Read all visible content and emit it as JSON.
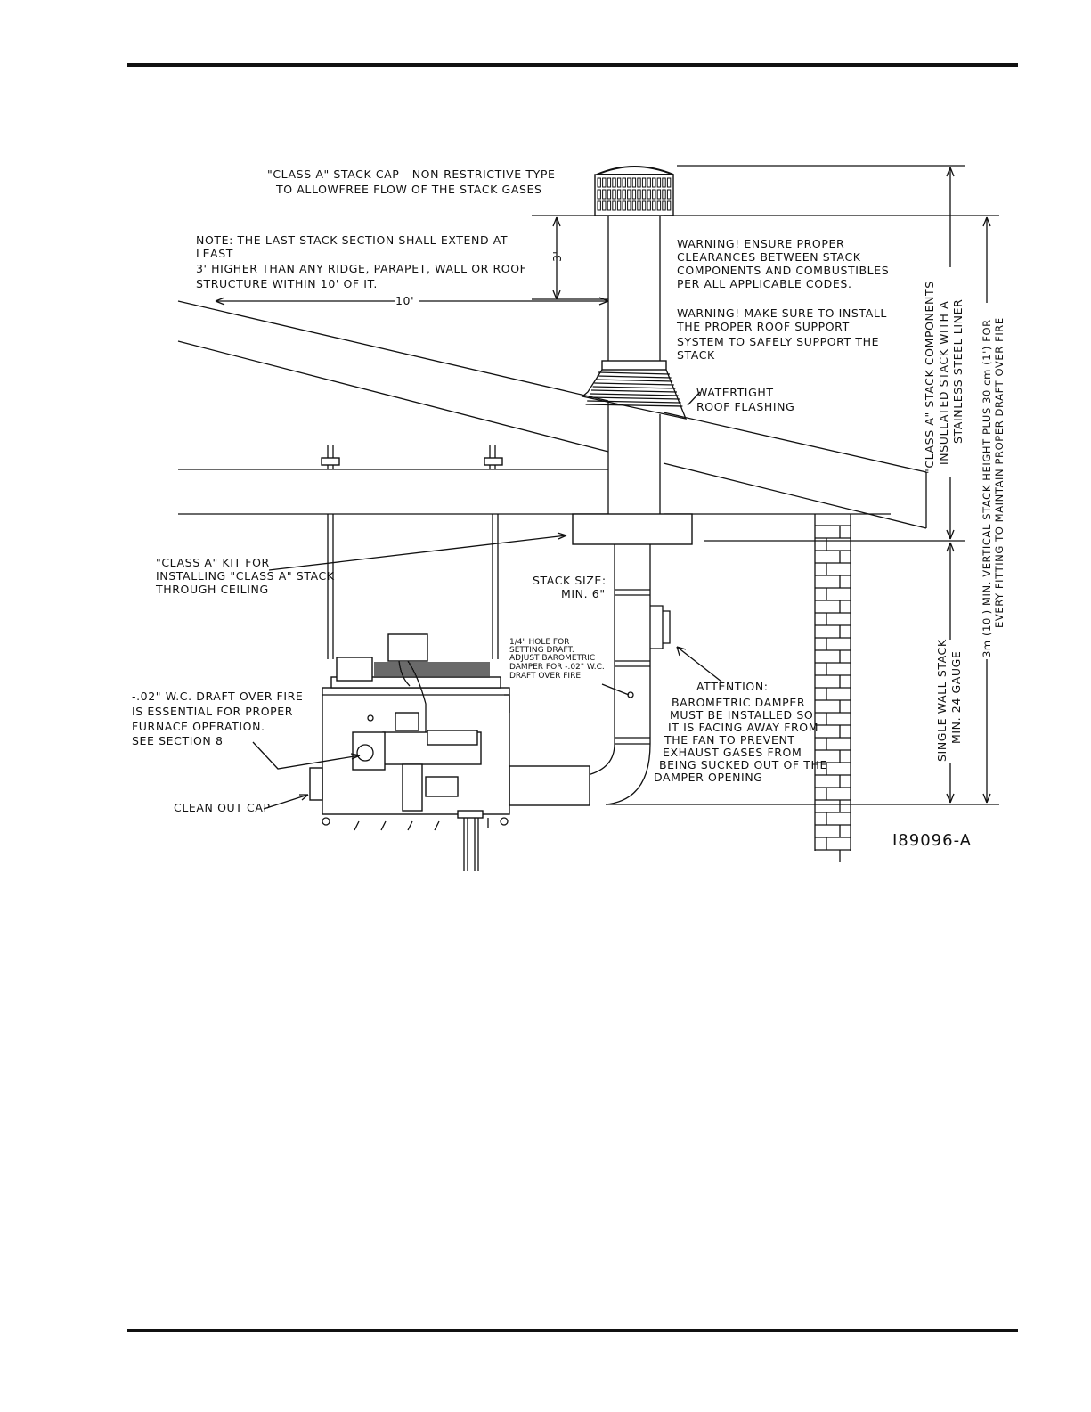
{
  "drawing_id": "I89096-A",
  "labels": {
    "stack_cap_1": "\"CLASS A\" STACK CAP - NON-RESTRICTIVE TYPE",
    "stack_cap_2": "TO ALLOWFREE FLOW OF THE STACK GASES",
    "note_1": "NOTE: THE LAST STACK SECTION SHALL EXTEND AT",
    "note_2": "LEAST",
    "note_3": "3' HIGHER THAN ANY RIDGE, PARAPET, WALL OR ROOF",
    "note_4": "STRUCTURE WITHIN 10' OF IT.",
    "dim_3ft": "3'",
    "dim_10ft": "10'",
    "warning1_1": "WARNING! ENSURE PROPER",
    "warning1_2": "CLEARANCES BETWEEN STACK",
    "warning1_3": "COMPONENTS AND COMBUSTIBLES",
    "warning1_4": "PER ALL APPLICABLE CODES.",
    "warning2_1": "WARNING! MAKE SURE TO INSTALL",
    "warning2_2": "THE PROPER ROOF SUPPORT",
    "warning2_3": "SYSTEM TO SAFELY SUPPORT THE",
    "warning2_4": "STACK",
    "flashing_1": "WATERTIGHT",
    "flashing_2": "ROOF FLASHING",
    "class_a_stack_1": "\"CLASS A\" STACK COMPONENTS",
    "class_a_stack_2": "INSULLATED STACK WITH A",
    "class_a_stack_3": "STAINLESS STEEL LINER",
    "min_height_1": "3m (10') MIN. VERTICAL STACK HEIGHT PLUS 30 cm (1') FOR",
    "min_height_2": "EVERY FITTING TO MAINTAIN PROPER DRAFT OVER FIRE",
    "single_wall_1": "SINGLE WALL STACK",
    "single_wall_2": "MIN. 24 GAUGE",
    "kit_1": "\"CLASS A\" KIT FOR",
    "kit_2": "INSTALLING \"CLASS A\" STACK",
    "kit_3": "THROUGH CEILING",
    "stack_size_1": "STACK SIZE:",
    "stack_size_2": "MIN. 6\"",
    "hole_1": "1/4\" HOLE FOR",
    "hole_2": "SETTING DRAFT.",
    "hole_3": "ADJUST BAROMETRIC",
    "hole_4": "DAMPER FOR -.02\" W.C.",
    "hole_5": "DRAFT OVER FIRE",
    "attention_1": "ATTENTION:",
    "attention_2": "BAROMETRIC DAMPER",
    "attention_3": "MUST BE INSTALLED SO",
    "attention_4": "IT IS FACING AWAY FROM",
    "attention_5": "THE FAN TO PREVENT",
    "attention_6": "EXHAUST GASES FROM",
    "attention_7": "BEING SUCKED OUT OF THE",
    "attention_8": "DAMPER OPENING",
    "draft_1": "-.02\" W.C. DRAFT OVER FIRE",
    "draft_2": "IS ESSENTIAL FOR PROPER",
    "draft_3": "FURNACE OPERATION.",
    "draft_4": "SEE SECTION 8",
    "clean_out": "CLEAN OUT CAP"
  }
}
